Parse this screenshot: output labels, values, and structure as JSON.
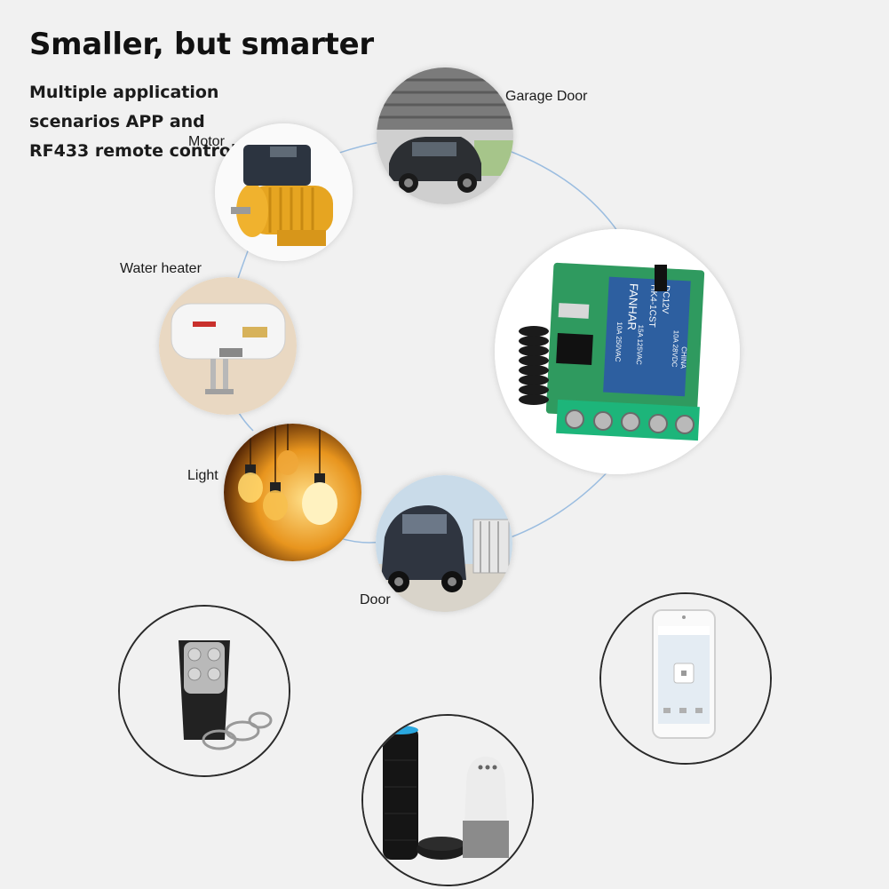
{
  "headline": "Smaller, but smarter",
  "subheadline": "Multiple application scenarios APP and RF433 remote control",
  "scenarios": {
    "garage_door": "Garage Door",
    "motor": "Motor",
    "water_heater": "Water heater",
    "light": "Light",
    "door": "Door"
  },
  "module_markings": {
    "brand": "FANHAR",
    "model": "HK4-1CST",
    "voltage": "DC12V",
    "rating_1": "10A 250VAC",
    "rating_2": "15A 125VAC",
    "rating_3": "10A 28VDC",
    "origin": "CHINA"
  },
  "colors": {
    "connector": "#9bbde0",
    "background": "#f1f1f1",
    "pcb": "#2f9a5f",
    "terminal": "#1db57a"
  }
}
